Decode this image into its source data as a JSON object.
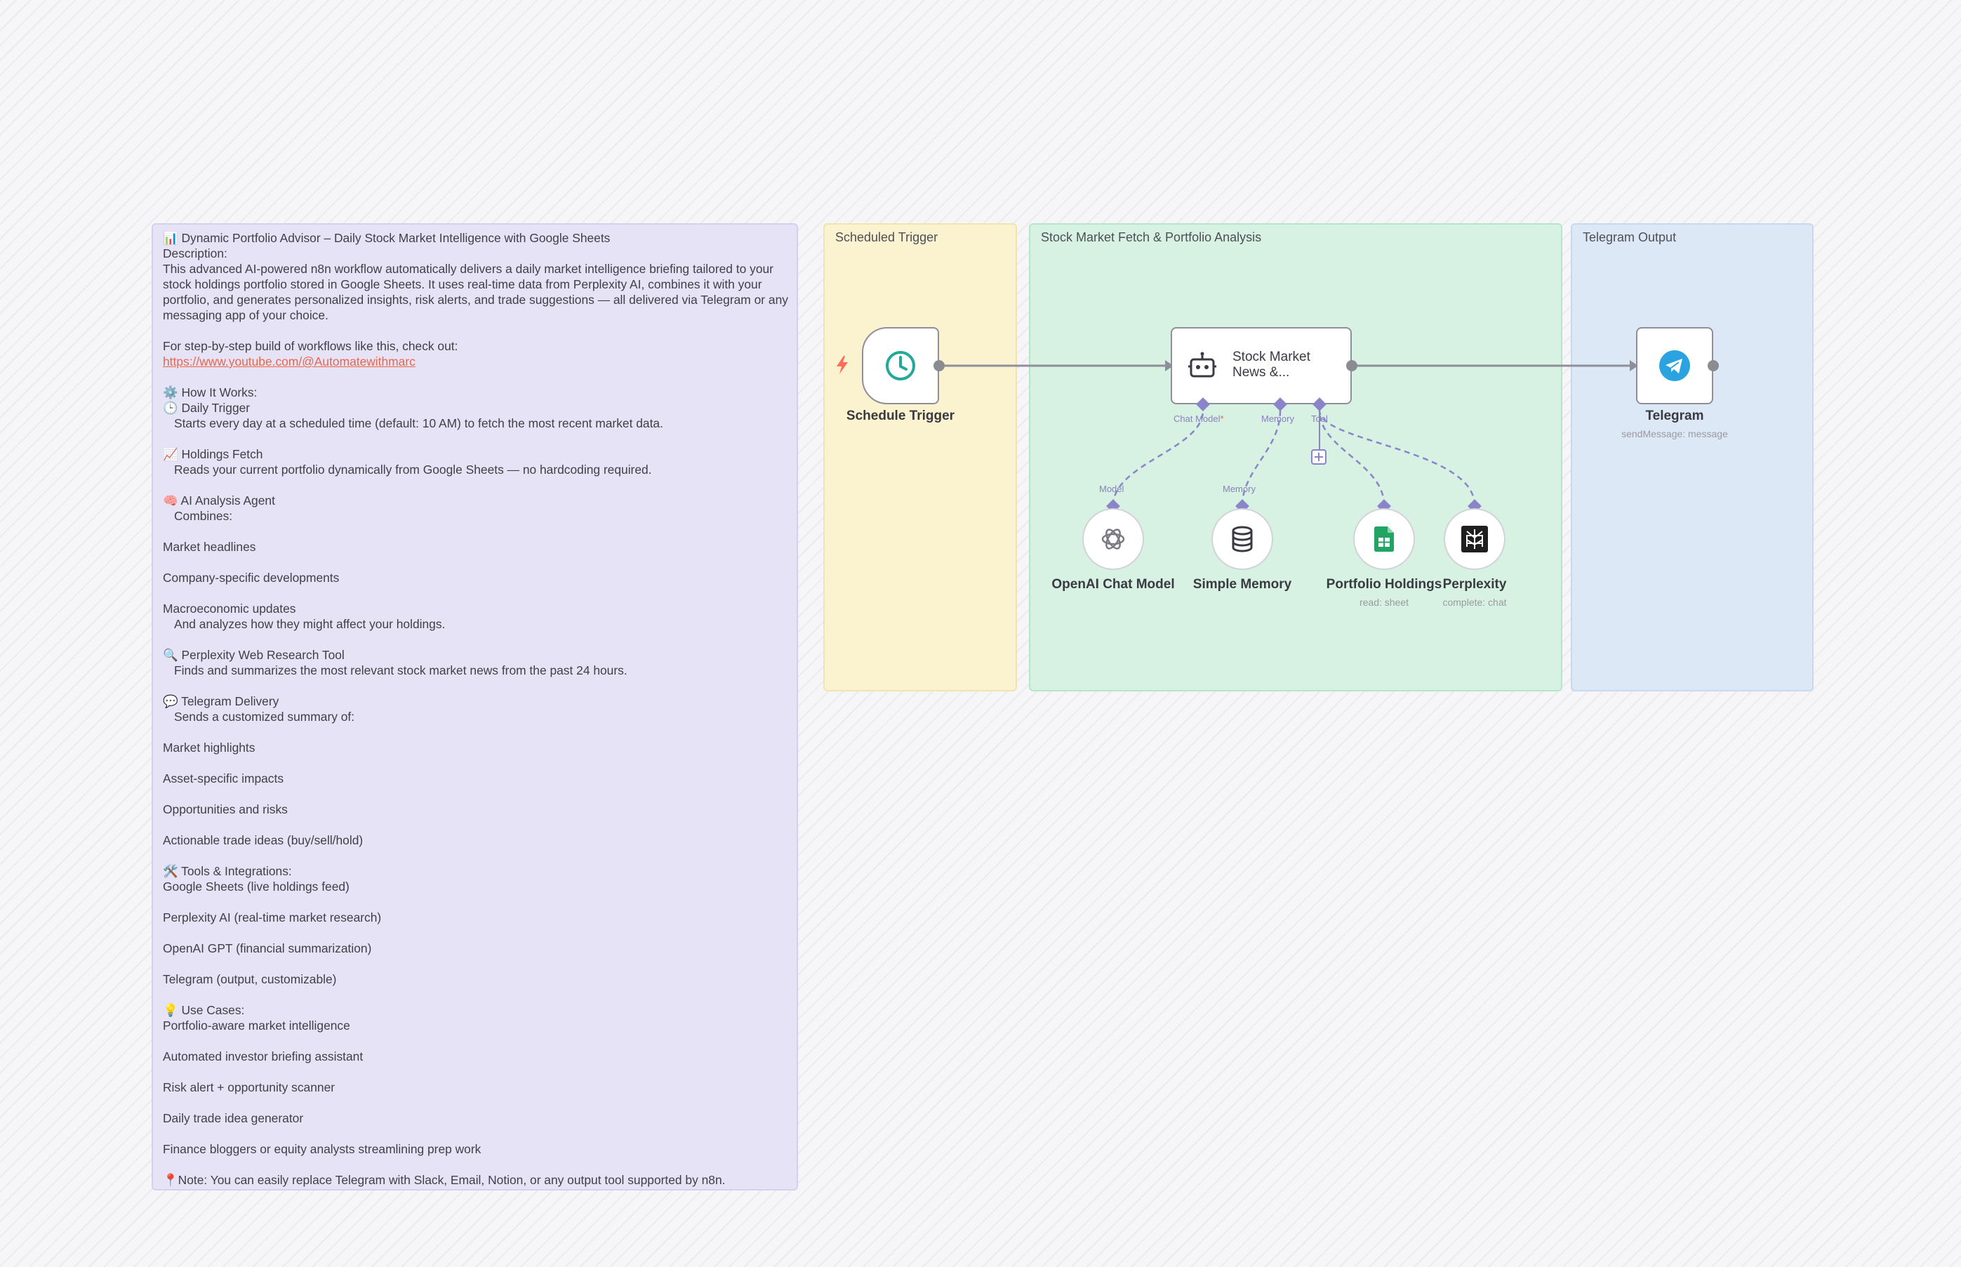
{
  "note": {
    "lines": [
      {
        "t": "📊 Dynamic Portfolio Advisor – Daily Stock Market Intelligence with Google Sheets"
      },
      {
        "t": "Description:"
      },
      {
        "t": "This advanced AI-powered n8n workflow automatically delivers a daily market intelligence briefing tailored to your"
      },
      {
        "t": "stock holdings portfolio stored in Google Sheets. It uses real-time data from Perplexity AI, combines it with your"
      },
      {
        "t": "portfolio, and generates personalized insights, risk alerts, and trade suggestions — all delivered via Telegram or any"
      },
      {
        "t": "messaging app of your choice."
      },
      {
        "gap": true
      },
      {
        "t": "For step-by-step build of workflows like this, check out:"
      },
      {
        "t": "https://www.youtube.com/@Automatewithmarc",
        "link": true
      },
      {
        "gap": true
      },
      {
        "t": "⚙️ How It Works:"
      },
      {
        "t": "🕒 Daily Trigger"
      },
      {
        "t": "Starts every day at a scheduled time (default: 10 AM) to fetch the most recent market data.",
        "ind": true
      },
      {
        "gap": true
      },
      {
        "t": "📈 Holdings Fetch"
      },
      {
        "t": "Reads your current portfolio dynamically from Google Sheets — no hardcoding required.",
        "ind": true
      },
      {
        "gap": true
      },
      {
        "t": "🧠 AI Analysis Agent"
      },
      {
        "t": "Combines:",
        "ind": true
      },
      {
        "gap": true
      },
      {
        "t": "Market headlines"
      },
      {
        "gap": true
      },
      {
        "t": "Company-specific developments"
      },
      {
        "gap": true
      },
      {
        "t": "Macroeconomic updates"
      },
      {
        "t": "And analyzes how they might affect your holdings.",
        "ind": true
      },
      {
        "gap": true
      },
      {
        "t": "🔍 Perplexity Web Research Tool"
      },
      {
        "t": "Finds and summarizes the most relevant stock market news from the past 24 hours.",
        "ind": true
      },
      {
        "gap": true
      },
      {
        "t": "💬 Telegram Delivery"
      },
      {
        "t": "Sends a customized summary of:",
        "ind": true
      },
      {
        "gap": true
      },
      {
        "t": "Market highlights"
      },
      {
        "gap": true
      },
      {
        "t": "Asset-specific impacts"
      },
      {
        "gap": true
      },
      {
        "t": "Opportunities and risks"
      },
      {
        "gap": true
      },
      {
        "t": "Actionable trade ideas (buy/sell/hold)"
      },
      {
        "gap": true
      },
      {
        "t": "🛠️ Tools & Integrations:"
      },
      {
        "t": "Google Sheets (live holdings feed)"
      },
      {
        "gap": true
      },
      {
        "t": "Perplexity AI (real-time market research)"
      },
      {
        "gap": true
      },
      {
        "t": "OpenAI GPT (financial summarization)"
      },
      {
        "gap": true
      },
      {
        "t": "Telegram (output, customizable)"
      },
      {
        "gap": true
      },
      {
        "t": "💡 Use Cases:"
      },
      {
        "t": "Portfolio-aware market intelligence"
      },
      {
        "gap": true
      },
      {
        "t": "Automated investor briefing assistant"
      },
      {
        "gap": true
      },
      {
        "t": "Risk alert + opportunity scanner"
      },
      {
        "gap": true
      },
      {
        "t": "Daily trade idea generator"
      },
      {
        "gap": true
      },
      {
        "t": "Finance bloggers or equity analysts streamlining prep work"
      },
      {
        "gap": true
      },
      {
        "t": "📍Note: You can easily replace Telegram with Slack, Email, Notion, or any output tool supported by n8n."
      }
    ]
  },
  "groups": {
    "scheduled_trigger": "Scheduled Trigger",
    "stock_market": "Stock Market Fetch & Portfolio Analysis",
    "telegram_output": "Telegram Output"
  },
  "nodes": {
    "schedule_trigger": {
      "label": "Schedule Trigger"
    },
    "agent": {
      "label_line1": "Stock Market",
      "label_line2": "News &..."
    },
    "telegram": {
      "label": "Telegram",
      "sub": "sendMessage: message"
    },
    "openai": {
      "label": "OpenAI Chat Model"
    },
    "memory": {
      "label": "Simple Memory"
    },
    "sheets": {
      "label": "Portfolio Holdings",
      "sub": "read: sheet"
    },
    "perplexity": {
      "label": "Perplexity",
      "sub": "complete: chat"
    }
  },
  "ports": {
    "chat_model": "Chat Model",
    "chat_model_required": "*",
    "memory": "Memory",
    "tool": "Tool",
    "model": "Model",
    "memory_in": "Memory"
  },
  "colors": {
    "trigger_bolt": "#ff6d5a",
    "clock": "#22a99a",
    "telegram": "#2aa3e0",
    "sheets": "#21a464",
    "perplexity_bg": "#1f1f1f",
    "port": "#8a84c8"
  }
}
